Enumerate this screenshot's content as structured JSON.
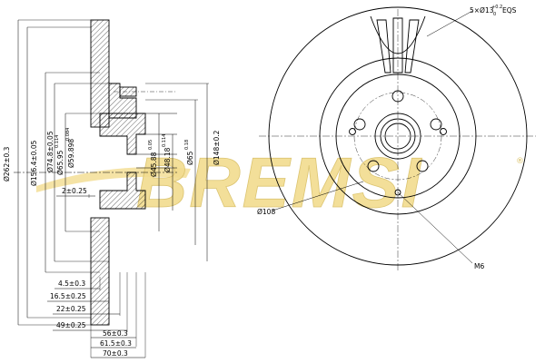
{
  "diagram": {
    "watermark": "BREMSI",
    "colors": {
      "line": "#000000",
      "watermark": "#f2dc8f",
      "watermark_stroke": "#d9bf63",
      "background": "#ffffff"
    },
    "side_view": {
      "vertical_dims": {
        "d_outer": "Ø262±0.3",
        "d_156": "Ø156.4±0.05",
        "d_74": "Ø74.8±0.05",
        "d_65": "Ø65.95",
        "d_65_tol": "0.114",
        "d_59": "Ø59.898",
        "d_59_tol": "0.084",
        "d_45": "Ø45.88",
        "d_45_tol": "0.05",
        "d_48": "Ø48.18",
        "d_48_tol": "0.114",
        "d_65b": "Ø65",
        "d_65b_tol": "0.18",
        "d_148": "Ø148±0.2"
      },
      "horizontal_dims": {
        "d_2": "2±0.25",
        "d_4_5": "4.5±0.3",
        "d_16_5": "16.5±0.25",
        "d_22": "22±0.25",
        "d_49": "49±0.25",
        "d_56": "56±0.3",
        "d_61_5": "61.5±0.3",
        "d_70": "70±0.3"
      }
    },
    "front_view": {
      "bolt_spec": "5×Ø13",
      "bolt_tol": "+0.2",
      "bolt_tol2": "0",
      "bolt_eqs": "EQS",
      "pcd": "Ø108",
      "thread": "M6"
    }
  }
}
